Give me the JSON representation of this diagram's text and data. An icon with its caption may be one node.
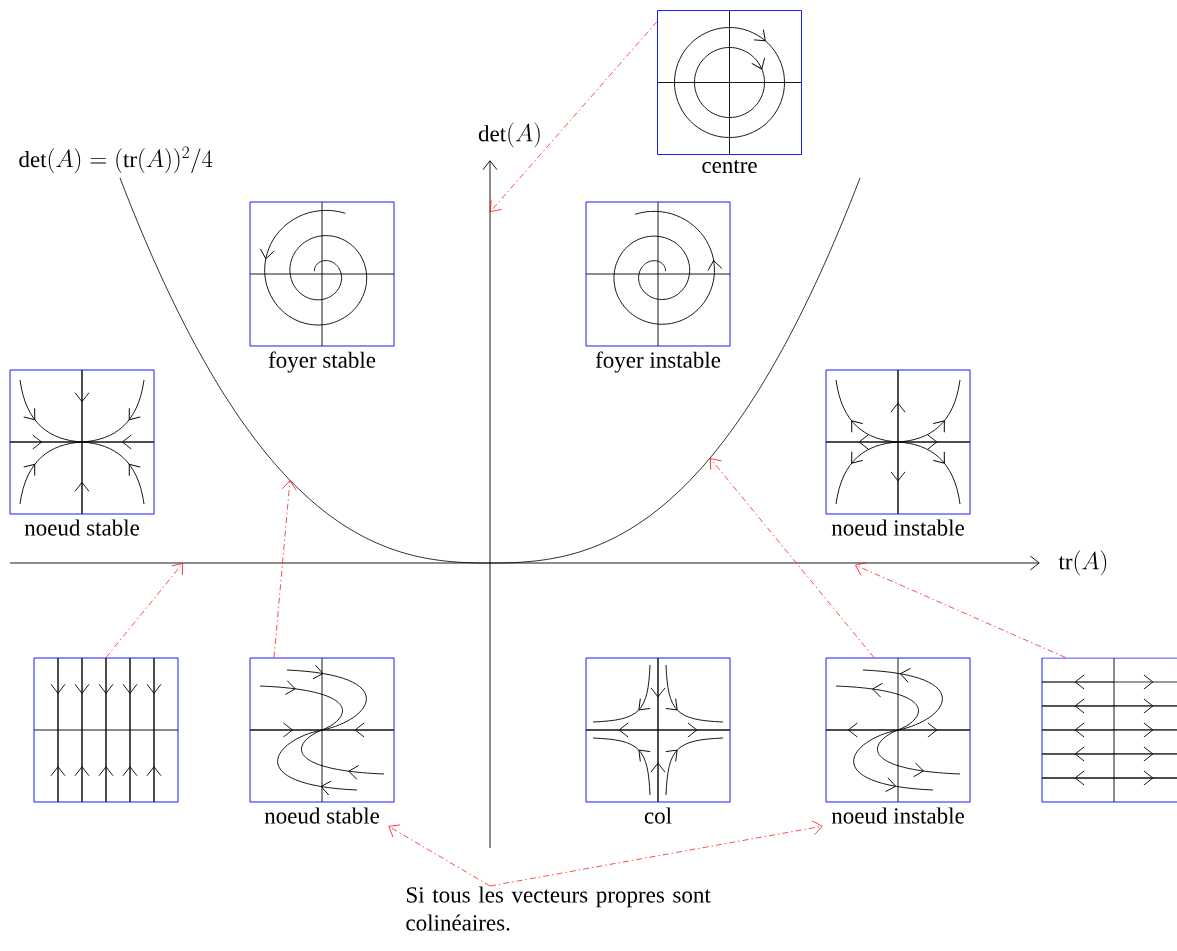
{
  "diagram": {
    "nodes": [
      {
        "text": [
          "centre"
        ]
      },
      {
        "text": [
          "foyer stable"
        ]
      },
      {
        "text": [
          "foyer instable"
        ]
      },
      {
        "text": [
          "noeud stable"
        ]
      },
      {
        "text": [
          "noeud instable"
        ]
      },
      {
        "text": [],
        "shape": "picture"
      },
      {
        "text": [
          "noeud stable"
        ]
      },
      {
        "text": [
          "col"
        ]
      },
      {
        "text": [
          "noeud instable"
        ]
      },
      {
        "text": [],
        "shape": "picture"
      },
      {
        "text": [
          "Si tous les vecteurs propres sont colinéaires."
        ]
      }
    ],
    "edges": [
      {
        "from": 0,
        "to": null,
        "arrow": "to"
      },
      {
        "from": 5,
        "to": null,
        "arrow": "to"
      },
      {
        "from": 6,
        "to": null,
        "arrow": "to"
      },
      {
        "from": 8,
        "to": null,
        "arrow": "to"
      },
      {
        "from": 9,
        "to": null,
        "arrow": "to"
      },
      {
        "from": 10,
        "to": 6,
        "arrow": "to"
      },
      {
        "from": 10,
        "to": 8,
        "arrow": "to"
      }
    ],
    "labels": [
      "\\det(A) = (\\mathrm{tr}(A))^2/4",
      "\\det(A)",
      "\\mathrm{tr}(A)"
    ]
  }
}
